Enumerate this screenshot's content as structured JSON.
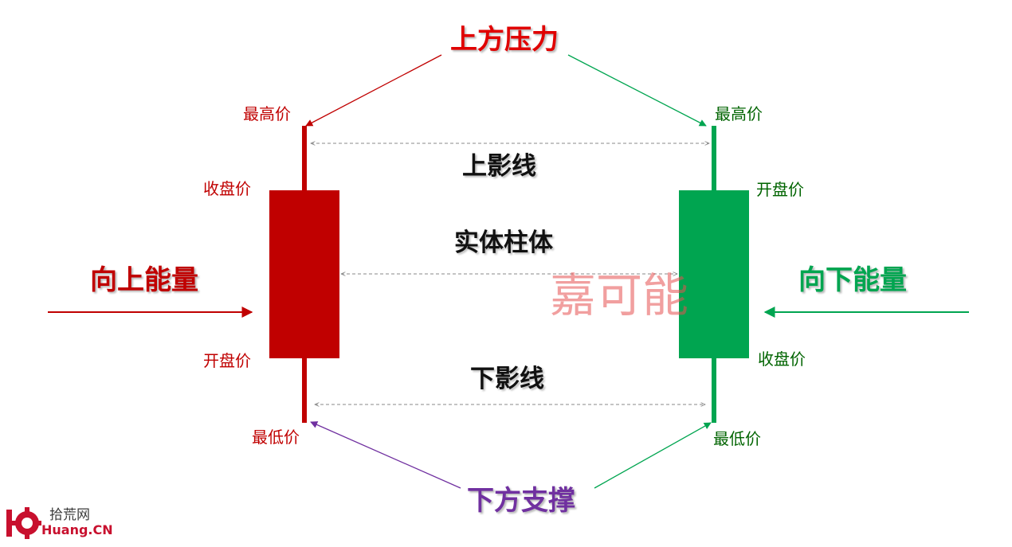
{
  "colors": {
    "bullish": "#c00000",
    "bearish": "#00a550",
    "support": "#7030a0",
    "dark_green_text": "#006400",
    "guide": "#888888"
  },
  "top_label": "上方压力",
  "bottom_label": "下方支撑",
  "left_force": "向上能量",
  "right_force": "向下能量",
  "upper_shadow": "上影线",
  "body": "实体柱体",
  "lower_shadow": "下影线",
  "bull_candle": {
    "high": "最高价",
    "close": "收盘价",
    "open": "开盘价",
    "low": "最低价"
  },
  "bear_candle": {
    "high": "最高价",
    "open": "开盘价",
    "close": "收盘价",
    "low": "最低价"
  },
  "watermark": "嘉可能",
  "brand": {
    "number": "10",
    "name_cn": "拾荒网",
    "name_en": "Huang.CN"
  }
}
